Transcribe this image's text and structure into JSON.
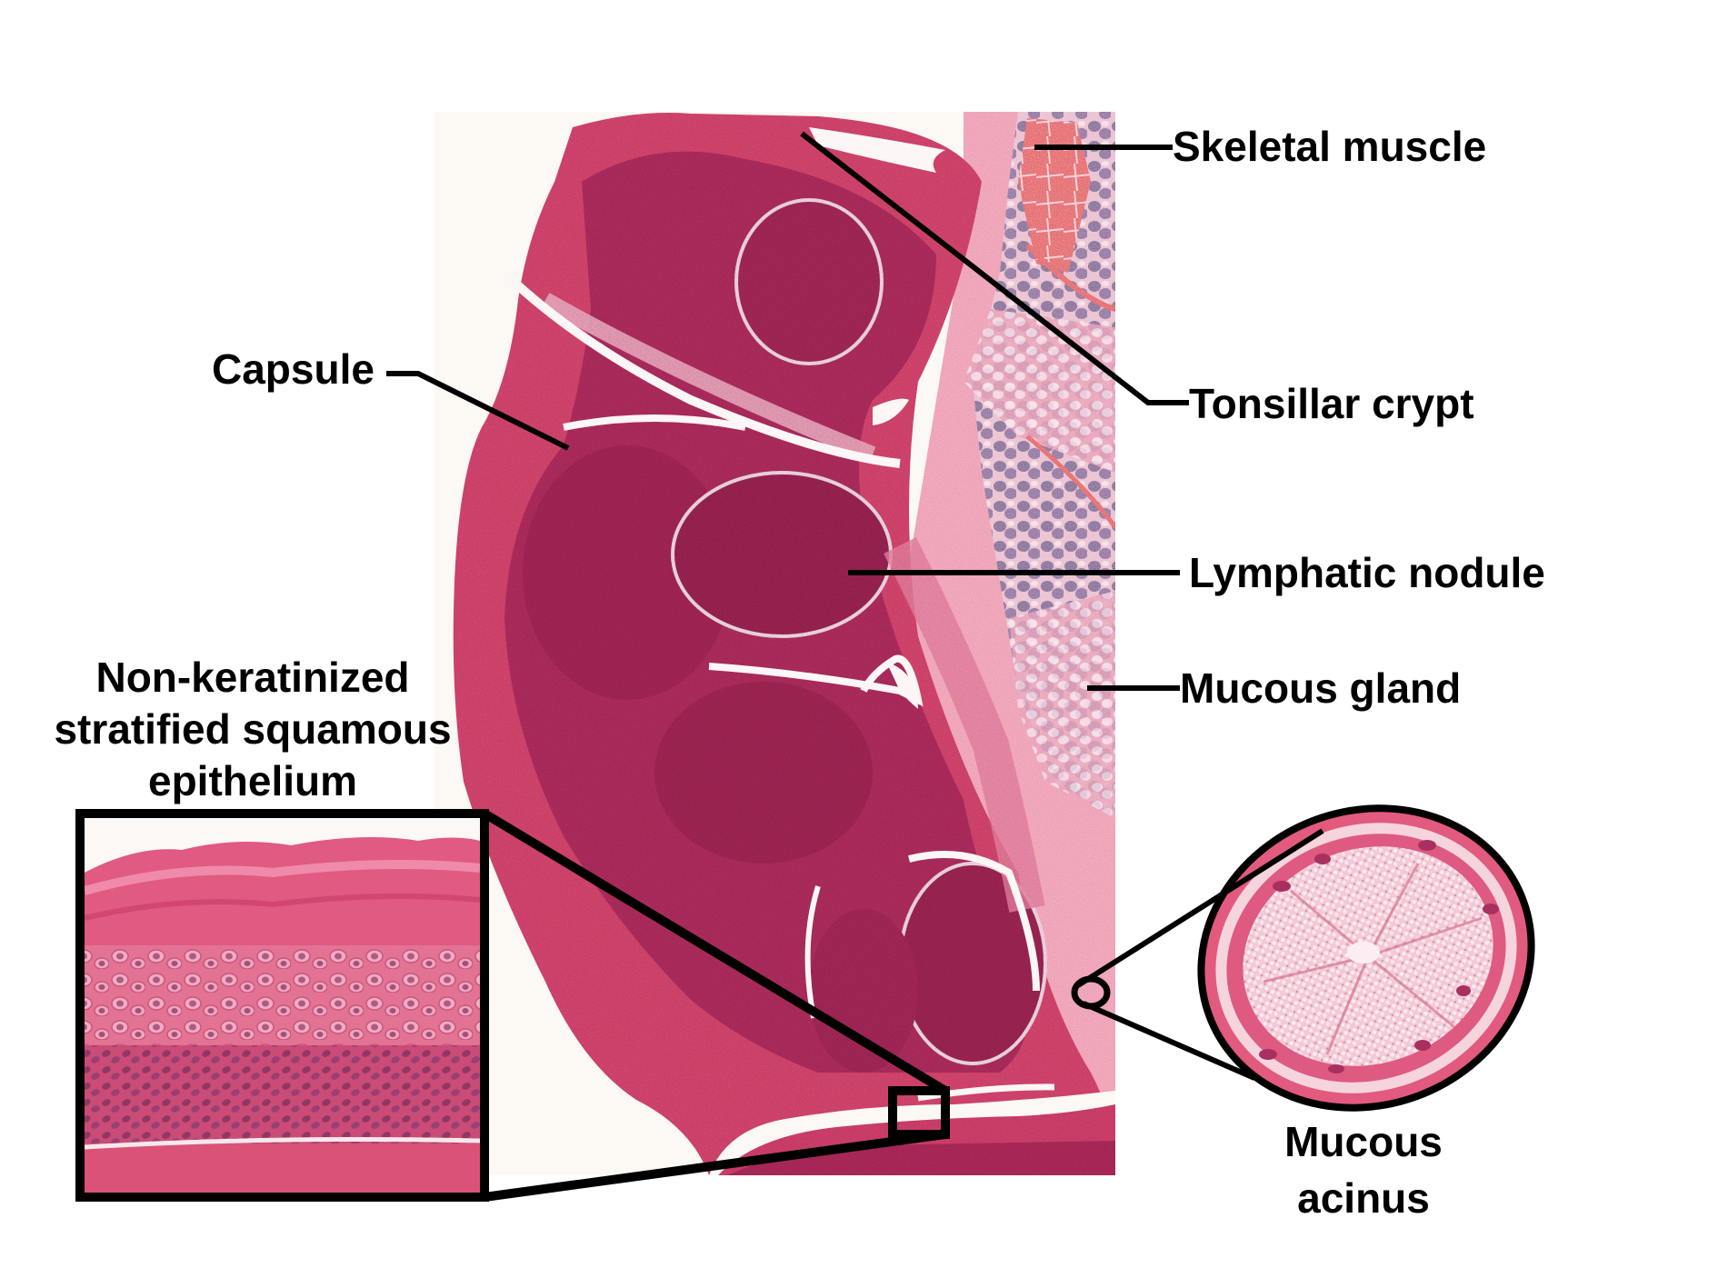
{
  "figure": {
    "subject": "Palatine tonsil histology (H&E)",
    "colors": {
      "background": "#ffffff",
      "slide_background": "#fcf8f4",
      "tissue_pink": "#d8406a",
      "tissue_dark": "#b52a5a",
      "lymphoid_dense": "#a8285a",
      "gland_purple": "#6e3f86",
      "gland_pale": "#eab8cc",
      "muscle_red": "#e0202e",
      "leader_line": "#000000",
      "text": "#000000"
    }
  },
  "labels": {
    "skeletal_muscle": "Skeletal muscle",
    "tonsillar_crypt": "Tonsillar crypt",
    "capsule": "Capsule",
    "lymphatic_nodule": "Lymphatic nodule",
    "mucous_gland": "Mucous gland",
    "epithelium_line1": "Non-keratinized",
    "epithelium_line2": "stratified squamous",
    "epithelium_line3": "epithelium",
    "mucous_acinus_line1": "Mucous",
    "mucous_acinus_line2": "acinus"
  },
  "insets": {
    "epithelium_inset": "Magnified view of non-keratinized stratified squamous epithelium",
    "acinus_inset": "Magnified view of a mucous acinus"
  }
}
